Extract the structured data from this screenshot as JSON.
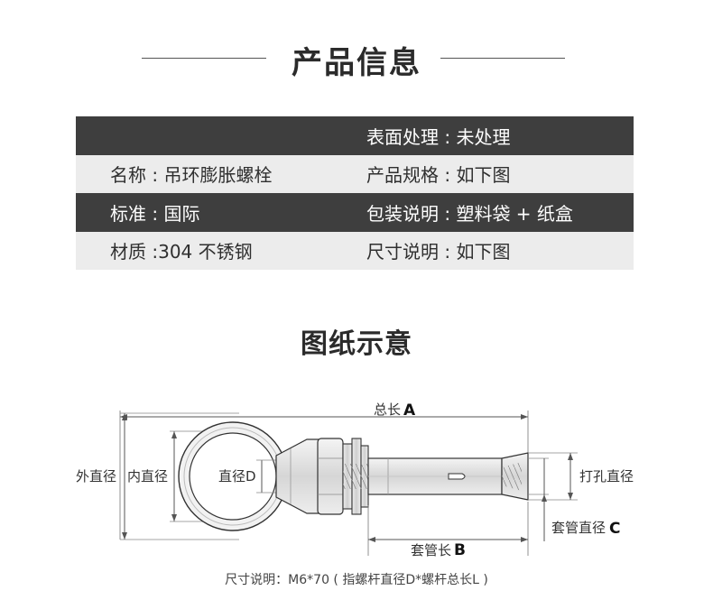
{
  "product_info": {
    "title": "产品信息",
    "rows": [
      {
        "left": "",
        "right": "表面处理 : 未处理"
      },
      {
        "left": "名称 : 吊环膨胀螺栓",
        "right": "产品规格 :  如下图"
      },
      {
        "left": "标准 : 国际",
        "right": "包装说明 : 塑料袋 + 纸盒"
      },
      {
        "left": "材质 :304 不锈钢",
        "right": "尺寸说明 : 如下图"
      }
    ]
  },
  "drawing": {
    "title": "图纸示意",
    "labels": {
      "total_length": "总长",
      "total_length_letter": "A",
      "outer_diameter": "外直径",
      "inner_diameter": "内直径",
      "diameter_d": "直径D",
      "drill_diameter": "打孔直径",
      "sleeve_diameter": "套管直径",
      "sleeve_diameter_letter": "C",
      "sleeve_length": "套管长",
      "sleeve_length_letter": "B"
    },
    "caption": "尺寸说明：M6*70 ( 指螺杆直径D*螺杆总长L )"
  }
}
